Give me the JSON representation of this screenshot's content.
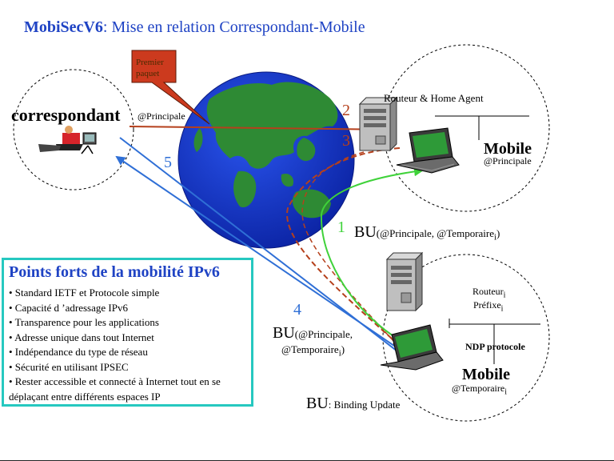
{
  "title": {
    "brand": "MobiSecV6",
    "rest": ": Mise en relation Correspondant-Mobile"
  },
  "callout": {
    "line1": "Premier",
    "line2": "paquet"
  },
  "correspondant": {
    "label": "correspondant",
    "address": "@Principale"
  },
  "home_network": {
    "router_label": "Routeur & Home Agent",
    "mobile_label": "Mobile",
    "mobile_address": "@Principale"
  },
  "foreign_network": {
    "router_label": "Routeur",
    "router_sub": "i",
    "prefix_label": "Préfixe",
    "prefix_sub": "i",
    "ndp_label": "NDP protocole",
    "mobile_label": "Mobile",
    "mobile_address": "@Temporaire",
    "mobile_address_sub": "i"
  },
  "steps": {
    "s1": "1",
    "s2": "2",
    "s3": "3",
    "s4": "4",
    "s5": "5"
  },
  "bu_home": {
    "main": "BU",
    "detail": "(@Principale, @Temporaire",
    "sub": "i",
    "close": ")"
  },
  "bu_corr": {
    "main": "BU",
    "detail1": "(@Principale,",
    "detail2": "@Temporaire",
    "sub": "i",
    "close": ")"
  },
  "bu_legend": {
    "main": "BU",
    "detail": ": Binding Update"
  },
  "points_forts": {
    "title": "Points forts de la mobilité IPv6",
    "items": [
      "• Standard IETF et Protocole simple",
      "• Capacité d ’adressage IPv6",
      "• Transparence pour les applications",
      "• Adresse unique dans tout Internet",
      "• Indépendance du type de réseau",
      "• Sécurité en utilisant IPSEC",
      "• Rester accessible et connecté à Internet tout en se déplaçant entre différents espaces IP"
    ]
  },
  "colors": {
    "title": "#1f43c4",
    "box_border": "#26c8c0",
    "arrow_red": "#b5401c",
    "arrow_blue": "#2f6fd6",
    "arrow_green": "#3fd23a",
    "globe_ocean": "#1436c9",
    "globe_land": "#2e8a34",
    "callout_fill": "#cc3a1e"
  },
  "icons": [
    "globe-icon",
    "server-tower-icon",
    "laptop-icon",
    "person-at-computer-icon"
  ]
}
